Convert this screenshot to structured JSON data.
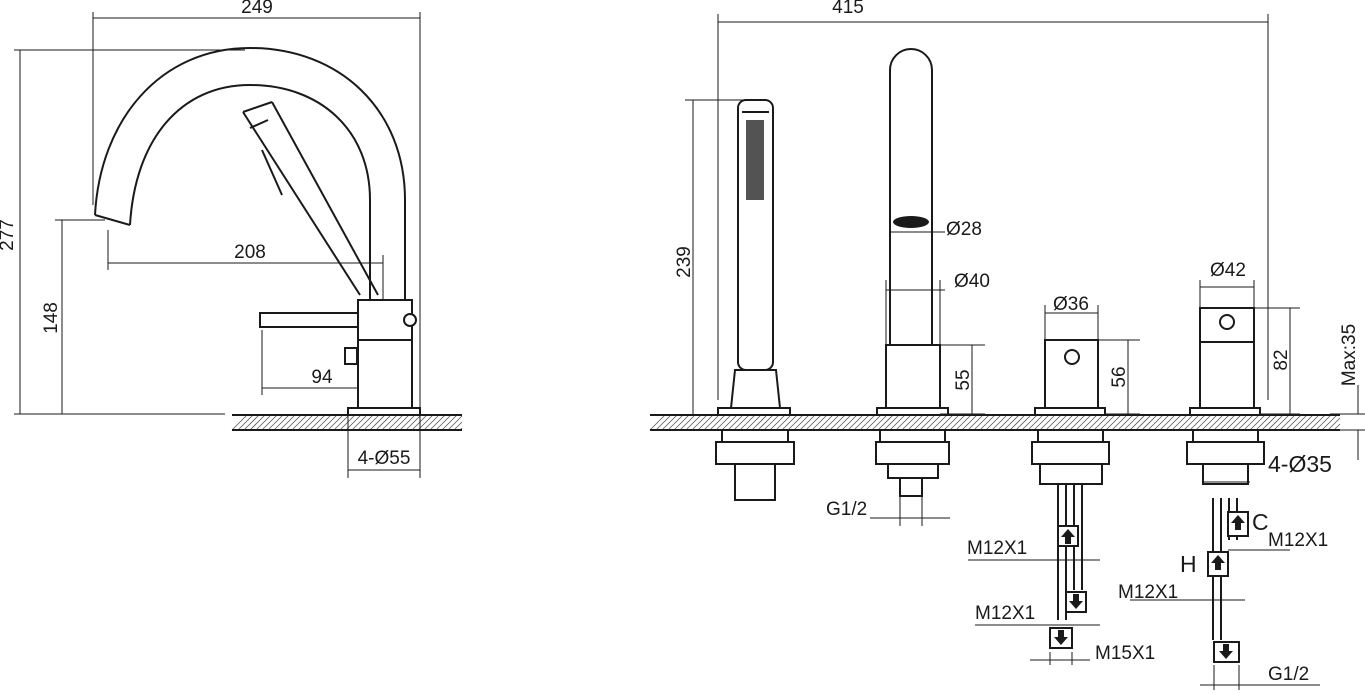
{
  "left_view": {
    "width": "249",
    "height": "277",
    "reach": "208",
    "spout_height": "148",
    "handle": "94",
    "base": "4-Ø55"
  },
  "right_view": {
    "width": "415",
    "shower_height": "239",
    "spout_dia_top": "Ø28",
    "spout_dia": "Ø40",
    "spout_base_height": "55",
    "valve1_dia": "Ø36",
    "valve1_height": "56",
    "valve2_dia": "Ø42",
    "valve2_height": "82",
    "deck_max": "Max:35",
    "holes": "4-Ø35",
    "spout_thread": "G1/2",
    "valve1_thread_top": "M12X1",
    "valve1_thread_bottom": "M12X1",
    "valve1_outlet": "M15X1",
    "cold": "C",
    "hot": "H",
    "valve2_thread_c": "M12X1",
    "valve2_thread_h": "M12X1",
    "valve2_outlet": "G1/2"
  }
}
